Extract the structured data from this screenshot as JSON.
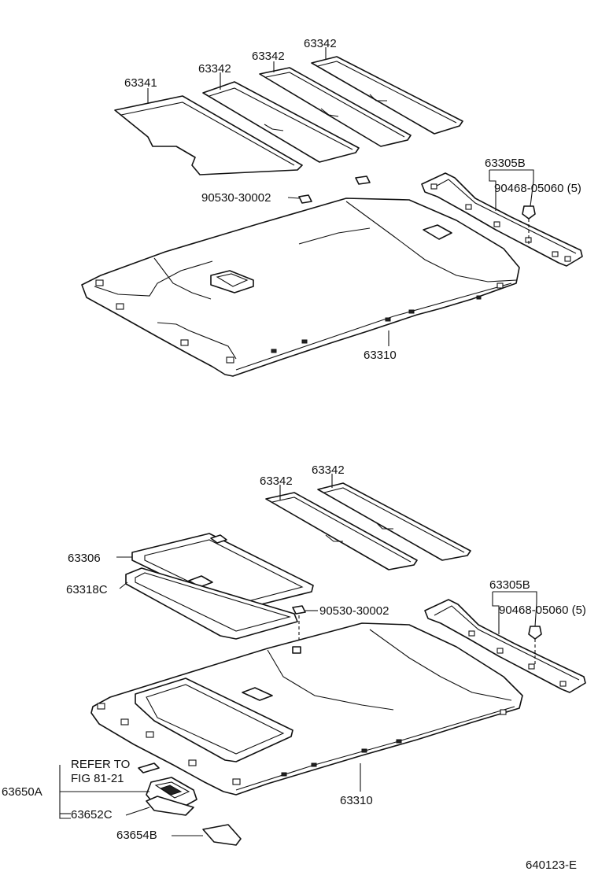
{
  "labels": {
    "upper": {
      "sunvisor_pad_a": "63341",
      "pad_1": "63342",
      "pad_2": "63342",
      "pad_3": "63342",
      "clip": "90530-30002",
      "retainer": "63305B",
      "screw": "90468-05060 (5)",
      "headlining": "63310"
    },
    "lower": {
      "pad_1": "63342",
      "pad_2": "63342",
      "sunroof_frame": "63306",
      "sunroof_seal": "63318C",
      "clip": "90530-30002",
      "retainer": "63305B",
      "screw": "90468-05060 (5)",
      "headlining": "63310",
      "refer_line1": "REFER TO",
      "refer_line2": "FIG 81-21",
      "lamp_assy": "63650A",
      "lamp_sub": "63652C",
      "lamp_lens": "63654B"
    },
    "figure_code": "640123-E"
  }
}
